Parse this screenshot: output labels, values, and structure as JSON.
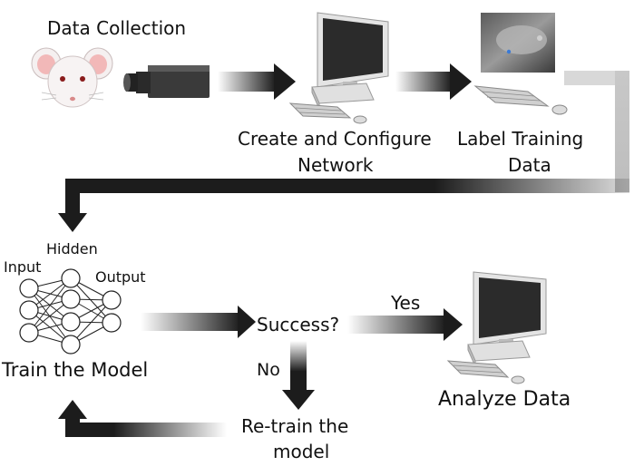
{
  "labels": {
    "data_collection": "Data Collection",
    "create_line1": "Create and Configure",
    "create_line2": "Network",
    "label_line1": "Label Training",
    "label_line2": "Data",
    "input": "Input",
    "hidden": "Hidden",
    "output": "Output",
    "train": "Train the Model",
    "success": "Success?",
    "yes": "Yes",
    "no": "No",
    "analyze": "Analyze Data",
    "retrain_line1": "Re-train the",
    "retrain_line2": "model"
  },
  "colors": {
    "arrow": "#1c1c1c",
    "screen": "#2b2b2b",
    "case": "#e6e6e6",
    "mouse_pink": "#f2b8b8"
  },
  "icons": [
    "mouse-icon",
    "camera-icon",
    "computer-icon",
    "video-frame-icon",
    "keyboard-icon",
    "neural-network-icon"
  ]
}
